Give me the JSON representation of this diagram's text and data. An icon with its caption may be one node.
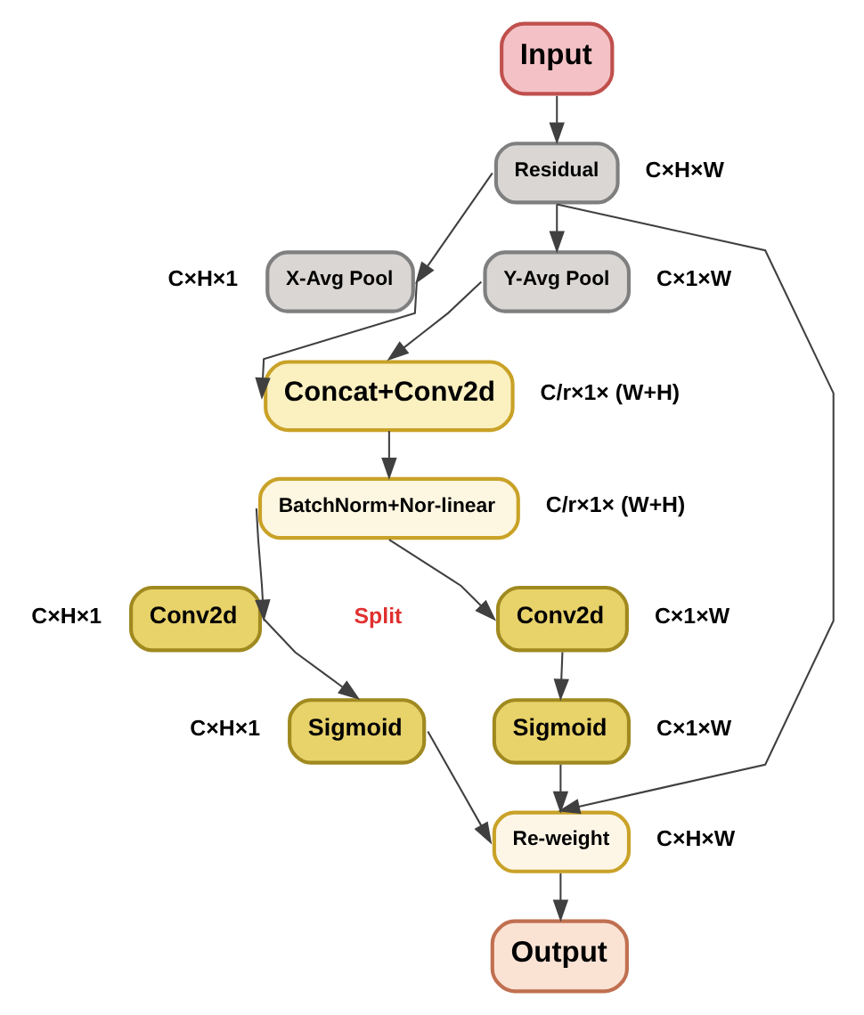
{
  "diagram": {
    "nodes": [
      {
        "text": [
          "Input"
        ]
      },
      {
        "text": [
          "Residual"
        ],
        "beside": [
          "C×H×W"
        ]
      },
      {
        "text": [
          "X-Avg Pool"
        ],
        "beside": [
          "C×H×1"
        ]
      },
      {
        "text": [
          "Y-Avg Pool"
        ],
        "beside": [
          "C×1×W"
        ]
      },
      {
        "text": [
          "Concat+Conv2d"
        ],
        "beside": [
          "C/r×1× (W+H)"
        ]
      },
      {
        "text": [
          "BatchNorm+Nor-linear"
        ],
        "beside": [
          "C/r×1× (W+H)"
        ]
      },
      {
        "text": [
          "Conv2d"
        ],
        "beside": [
          "C×H×1"
        ]
      },
      {
        "text": [
          "Conv2d"
        ],
        "beside": [
          "C×1×W"
        ]
      },
      {
        "text": [
          "Sigmoid"
        ],
        "beside": [
          "C×H×1"
        ]
      },
      {
        "text": [
          "Sigmoid"
        ],
        "beside": [
          "C×1×W"
        ]
      },
      {
        "text": [
          "Re-weight"
        ],
        "beside": [
          "C×H×W"
        ]
      },
      {
        "text": [
          "Output"
        ]
      }
    ],
    "edges": [
      {
        "from": 0,
        "to": 1,
        "arrow": "to"
      },
      {
        "from": 1,
        "to": 2,
        "arrow": "to"
      },
      {
        "from": 1,
        "to": 3,
        "arrow": "to"
      },
      {
        "from": 2,
        "to": 4,
        "arrow": "to"
      },
      {
        "from": 3,
        "to": 4,
        "arrow": "to"
      },
      {
        "from": 4,
        "to": 5,
        "arrow": "to"
      },
      {
        "from": 5,
        "to": 6,
        "arrow": "to"
      },
      {
        "from": 5,
        "to": 7,
        "arrow": "to"
      },
      {
        "from": 6,
        "to": 8,
        "arrow": "to"
      },
      {
        "from": 7,
        "to": 9,
        "arrow": "to"
      },
      {
        "from": 1,
        "to": 10,
        "arrow": "to"
      },
      {
        "from": 8,
        "to": 10,
        "arrow": "to"
      },
      {
        "from": 9,
        "to": 10,
        "arrow": "to"
      },
      {
        "from": 10,
        "to": 11,
        "arrow": "to"
      }
    ],
    "labels": [
      "Split"
    ]
  }
}
